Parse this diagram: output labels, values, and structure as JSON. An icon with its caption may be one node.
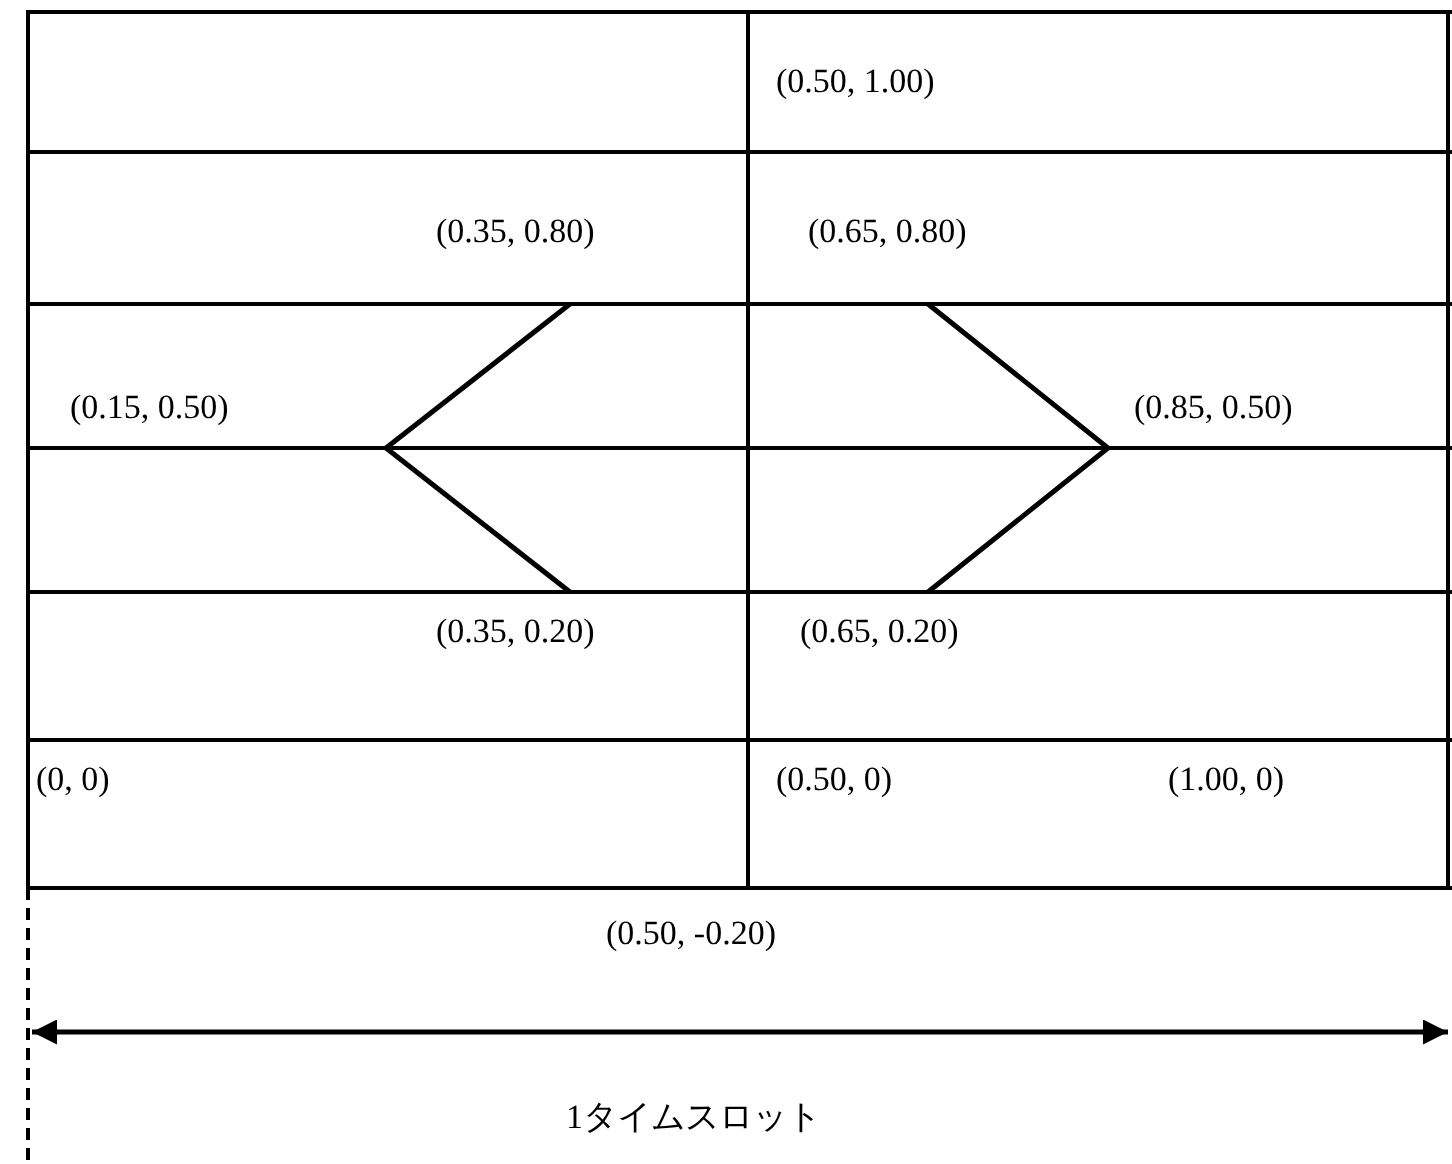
{
  "diagram": {
    "labels": [
      "(0.50, 1.00)",
      "(0.35, 0.80)",
      "(0.65, 0.80)",
      "(0.15, 0.50)",
      "(0.85, 0.50)",
      "(0.35, 0.20)",
      "(0.65, 0.20)",
      "(0, 0)",
      "(0.50, 0)",
      "(1.00, 0)",
      "(0.50, -0.20)",
      "1タイムスロット"
    ]
  }
}
